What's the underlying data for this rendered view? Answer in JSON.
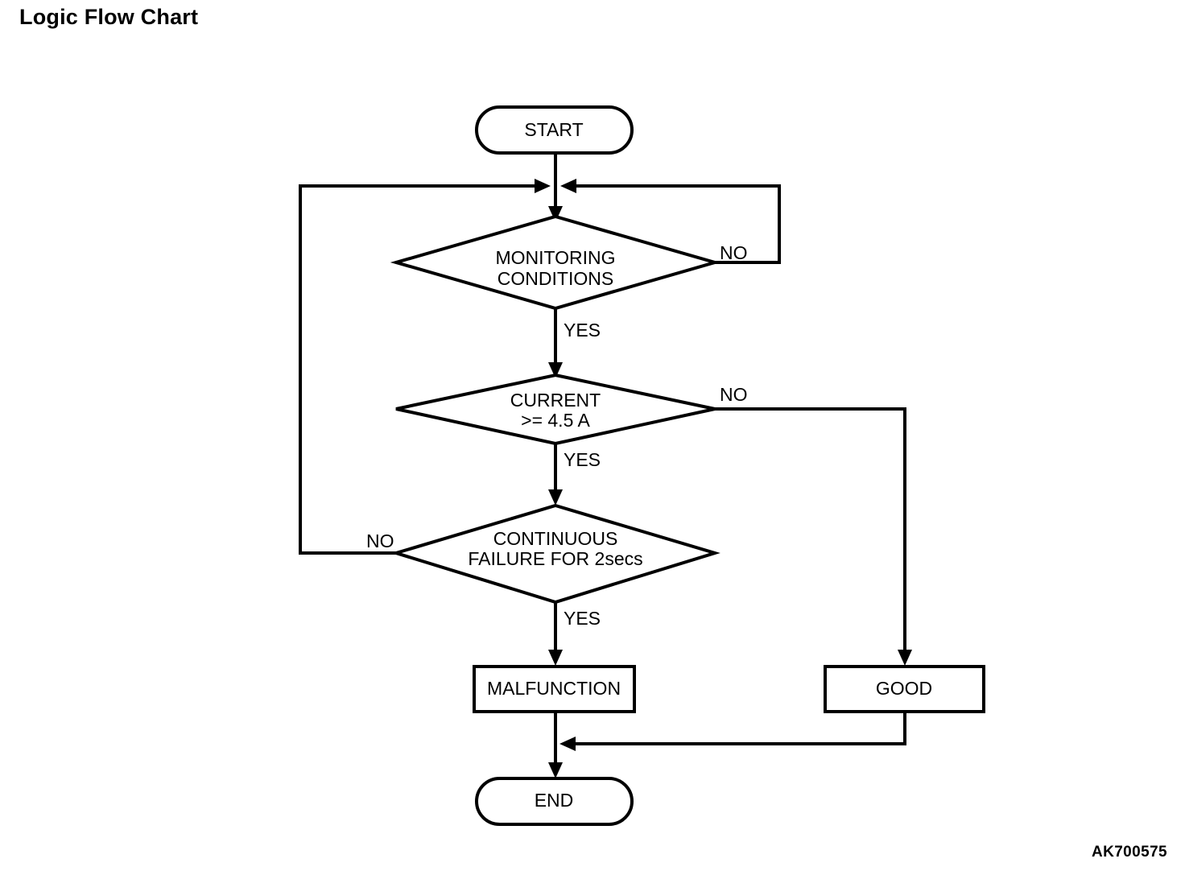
{
  "page": {
    "title": "Logic Flow Chart",
    "figure_code": "AK700575",
    "background_color": "#ffffff",
    "line_color": "#000000"
  },
  "chart_data": {
    "type": "diagram",
    "title": "Logic Flow Chart",
    "diagram_kind": "flowchart",
    "nodes": [
      {
        "id": "start",
        "shape": "stadium",
        "label": "START"
      },
      {
        "id": "monitoring",
        "shape": "diamond",
        "label_line1": "MONITORING",
        "label_line2": "CONDITIONS"
      },
      {
        "id": "current",
        "shape": "diamond",
        "label_line1": "CURRENT",
        "label_line2": ">= 4.5 A"
      },
      {
        "id": "continuous",
        "shape": "diamond",
        "label_line1": "CONTINUOUS",
        "label_line2": "FAILURE FOR 2secs"
      },
      {
        "id": "malfunction",
        "shape": "rectangle",
        "label": "MALFUNCTION"
      },
      {
        "id": "good",
        "shape": "rectangle",
        "label": "GOOD"
      },
      {
        "id": "end",
        "shape": "stadium",
        "label": "END"
      }
    ],
    "edges": [
      {
        "from": "start",
        "to": "monitoring",
        "label": ""
      },
      {
        "from": "monitoring",
        "to": "current",
        "label": "YES"
      },
      {
        "from": "monitoring",
        "to": "start_junction",
        "label": "NO"
      },
      {
        "from": "current",
        "to": "continuous",
        "label": "YES"
      },
      {
        "from": "current",
        "to": "good",
        "label": "NO"
      },
      {
        "from": "continuous",
        "to": "malfunction",
        "label": "YES"
      },
      {
        "from": "continuous",
        "to": "start_junction",
        "label": "NO"
      },
      {
        "from": "malfunction",
        "to": "end",
        "label": ""
      },
      {
        "from": "good",
        "to": "end",
        "label": ""
      }
    ]
  },
  "nodes": {
    "start": {
      "label": "START"
    },
    "monitoring": {
      "line1": "MONITORING",
      "line2": "CONDITIONS"
    },
    "current": {
      "line1": "CURRENT",
      "line2": ">= 4.5 A"
    },
    "continuous": {
      "line1": "CONTINUOUS",
      "line2": "FAILURE FOR 2secs"
    },
    "malfunction": {
      "label": "MALFUNCTION"
    },
    "good": {
      "label": "GOOD"
    },
    "end": {
      "label": "END"
    }
  },
  "labels": {
    "monitoring_no": "NO",
    "monitoring_yes": "YES",
    "current_no": "NO",
    "current_yes": "YES",
    "continuous_no": "NO",
    "continuous_yes": "YES"
  }
}
